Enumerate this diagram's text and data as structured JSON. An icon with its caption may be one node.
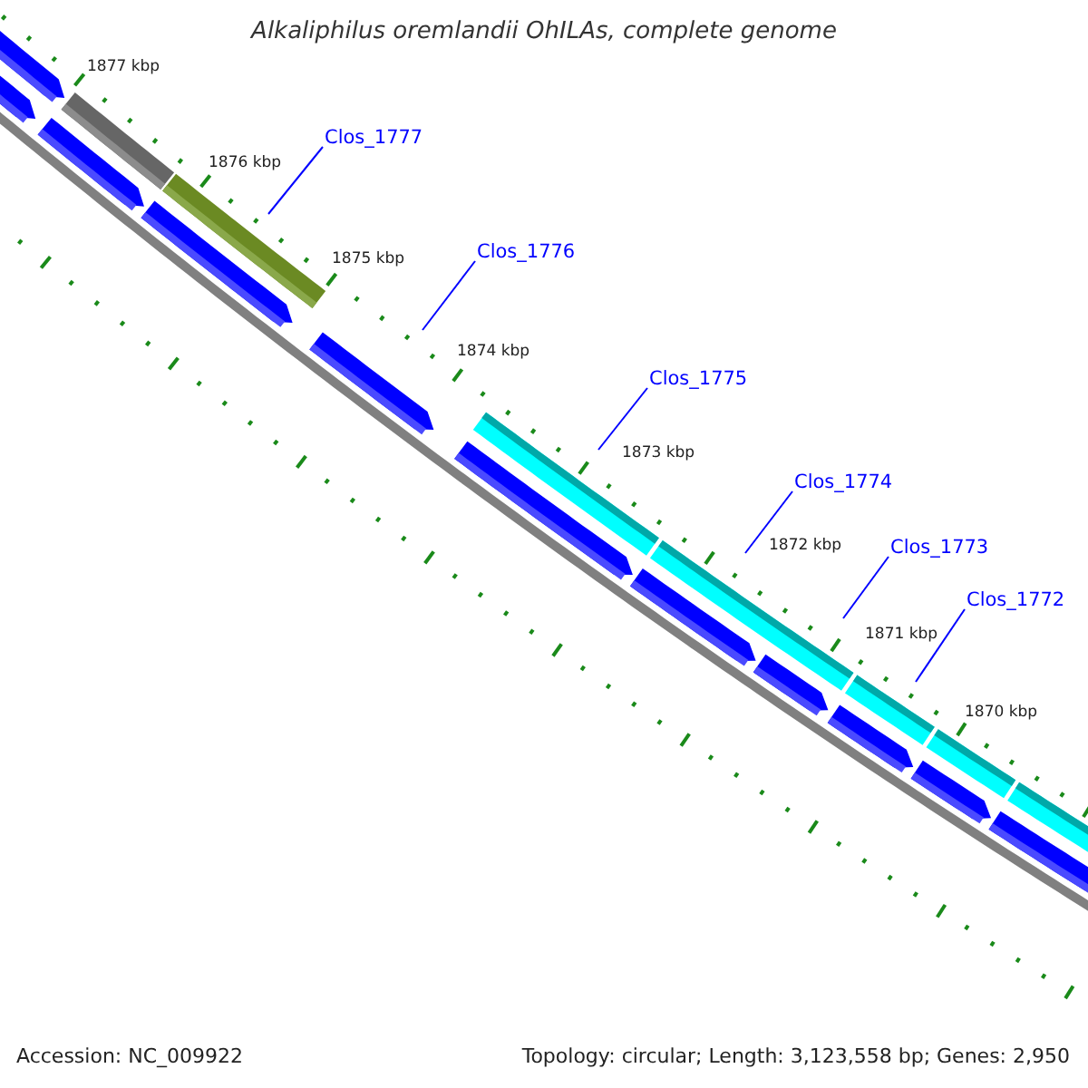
{
  "diagram": {
    "title": "Alkaliphilus oremlandii OhILAs, complete genome",
    "nodes": [
      {
        "text": [
          "Clos_1777"
        ]
      },
      {
        "text": [
          "Clos_1776"
        ]
      },
      {
        "text": [
          "Clos_1775"
        ]
      },
      {
        "text": [
          "Clos_1774"
        ]
      },
      {
        "text": [
          "Clos_1773"
        ]
      },
      {
        "text": [
          "Clos_1772"
        ]
      }
    ],
    "edges": [
      {
        "from": 0,
        "to": null,
        "arrow": "none"
      },
      {
        "from": 1,
        "to": null,
        "arrow": "none"
      },
      {
        "from": 2,
        "to": null,
        "arrow": "none"
      },
      {
        "from": 3,
        "to": null,
        "arrow": "none"
      },
      {
        "from": 4,
        "to": null,
        "arrow": "none"
      },
      {
        "from": 5,
        "to": null,
        "arrow": "none"
      }
    ],
    "labels": [
      "1877 kbp",
      "1876 kbp",
      "1875 kbp",
      "1874 kbp",
      "1873 kbp",
      "1872 kbp",
      "1871 kbp",
      "1870 kbp",
      "Accession: NC_009922",
      "Topology: circular; Length: 3,123,558 bp; Genes: 2,950"
    ]
  }
}
